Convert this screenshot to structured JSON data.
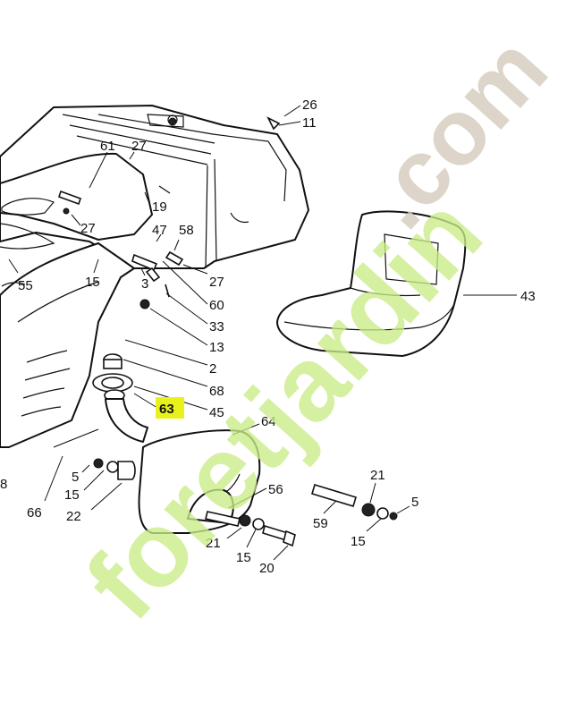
{
  "diagram": {
    "callouts": [
      {
        "id": "c26",
        "text": "26"
      },
      {
        "id": "c11",
        "text": "11"
      },
      {
        "id": "c61",
        "text": "61"
      },
      {
        "id": "c27a",
        "text": "27"
      },
      {
        "id": "c19",
        "text": "19"
      },
      {
        "id": "c27b",
        "text": "27"
      },
      {
        "id": "c47",
        "text": "47"
      },
      {
        "id": "c58",
        "text": "58"
      },
      {
        "id": "c55",
        "text": "55"
      },
      {
        "id": "c15a",
        "text": "15"
      },
      {
        "id": "c3",
        "text": "3"
      },
      {
        "id": "c27c",
        "text": "27"
      },
      {
        "id": "c60",
        "text": "60"
      },
      {
        "id": "c33",
        "text": "33"
      },
      {
        "id": "c13",
        "text": "13"
      },
      {
        "id": "c2",
        "text": "2"
      },
      {
        "id": "c68",
        "text": "68"
      },
      {
        "id": "c63",
        "text": "63",
        "highlighted": true
      },
      {
        "id": "c45",
        "text": "45"
      },
      {
        "id": "c64",
        "text": "64"
      },
      {
        "id": "c43",
        "text": "43"
      },
      {
        "id": "c8",
        "text": "8"
      },
      {
        "id": "c5a",
        "text": "5"
      },
      {
        "id": "c15b",
        "text": "15"
      },
      {
        "id": "c66",
        "text": "66"
      },
      {
        "id": "c22",
        "text": "22"
      },
      {
        "id": "c56",
        "text": "56"
      },
      {
        "id": "c21a",
        "text": "21"
      },
      {
        "id": "c15c",
        "text": "15"
      },
      {
        "id": "c20",
        "text": "20"
      },
      {
        "id": "c21b",
        "text": "21"
      },
      {
        "id": "c5b",
        "text": "5"
      },
      {
        "id": "c59",
        "text": "59"
      },
      {
        "id": "c15d",
        "text": "15"
      }
    ],
    "highlight_color": "#e8f21a"
  },
  "watermark": {
    "text_green": "foret-jardin",
    "text_gray": ".com",
    "color_green": "#c8ec86",
    "color_gray": "#d6cdbf"
  }
}
